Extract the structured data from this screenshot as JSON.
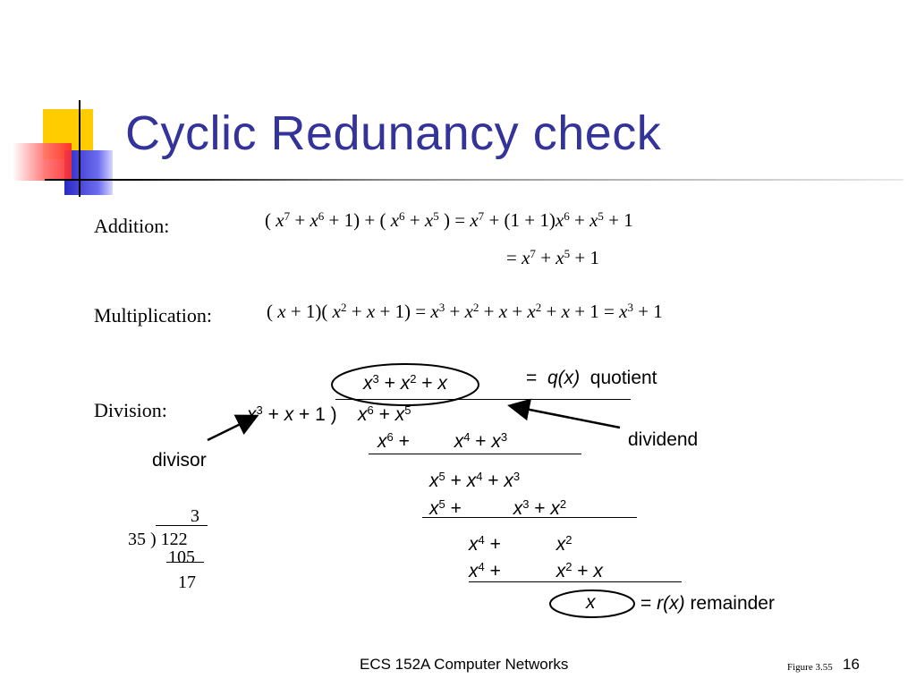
{
  "title": "Cyclic Redunancy check",
  "addition": {
    "label": "Addition:",
    "line1": "( x7 + x6 + 1) + ( x6 + x5 ) = x7 + (1 + 1)x6 + x5 + 1",
    "line2": "= x7 + x5 + 1"
  },
  "multiplication": {
    "label": "Multiplication:",
    "line1": "( x + 1)( x2 + x + 1) = x3 + x2 + x + x2 + x + 1 = x3 + 1"
  },
  "division": {
    "label": "Division:",
    "quotient_expr": "x3 + x2 + x",
    "quotient_note": "= q(x)",
    "quotient_word": "quotient",
    "divisor_expr": "x3 + x + 1 )",
    "dividend_expr": "x6 + x5",
    "step1": "x6 +      x4 + x3",
    "step2": "x5 + x4 + x3",
    "step3": "x5 +       x3 + x2",
    "step4": "x4 +       x2",
    "step5": "x4 +       x2 + x",
    "remainder_expr": "x",
    "remainder_note": "= r(x)",
    "remainder_word": "remainder",
    "divisor_callout": "divisor",
    "dividend_callout": "dividend"
  },
  "numeric_example": {
    "quotient": "3",
    "divisor_dividend": "35 ) 122",
    "product": "105",
    "remainder": "17"
  },
  "footer": {
    "course": "ECS 152A  Computer Networks",
    "figure": "Figure 3.55",
    "page": "16"
  },
  "colors": {
    "title": "#333399",
    "deco_yellow": "#ffcc00",
    "deco_red": "#ff3333",
    "deco_blue": "#3333cc"
  }
}
